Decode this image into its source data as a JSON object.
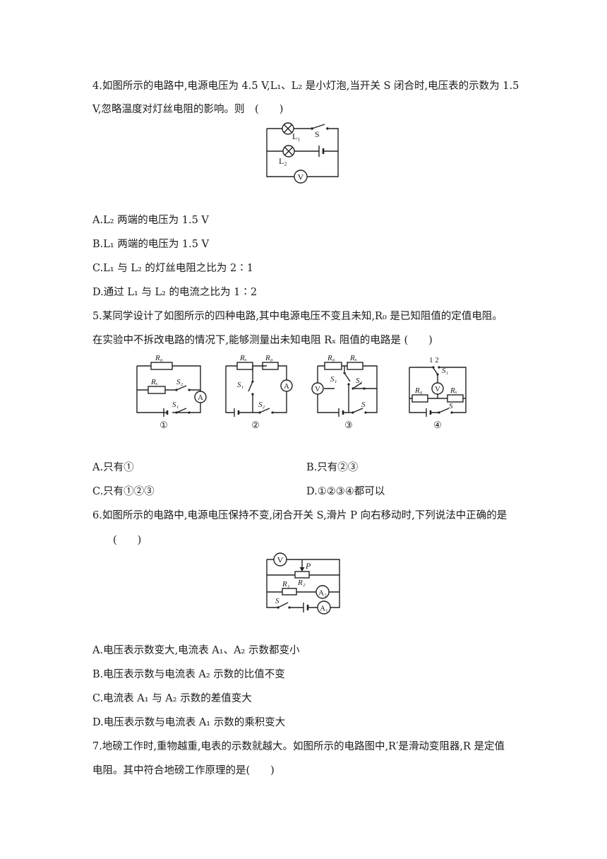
{
  "questions": {
    "q4": {
      "stem_line1": "4.如图所示的电路中,电源电压为 4.5 V,L₁、L₂ 是小灯泡,当开关 S 闭合时,电压表的示数为 1.5",
      "stem_line2": "V,忽略温度对灯丝电阻的影响。则　(　　)",
      "fig_labels": {
        "l1": "L₁",
        "l2": "L₂",
        "s": "S",
        "v": "V"
      },
      "options": [
        "A.L₂ 两端的电压为 1.5 V",
        "B.L₁ 两端的电压为 1.5 V",
        "C.L₁ 与 L₂ 的灯丝电阻之比为 2∶1",
        "D.通过 L₁ 与 L₂ 的电流之比为 1∶2"
      ]
    },
    "q5": {
      "stem_line1": "5.某同学设计了如图所示的四种电路,其中电源电压不变且未知,R₀ 是已知阻值的定值电阻。",
      "stem_line2": "在实验中不拆改电路的情况下,能够测量出未知电阻 Rₓ 阻值的电路是 (　　)",
      "fig_labels": {
        "r0": "R₀",
        "rx": "Rₓ",
        "s1": "S₁",
        "s2": "S₂",
        "s": "S",
        "a": "A",
        "v": "V",
        "sw_pos": "1 2",
        "c1": "①",
        "c2": "②",
        "c3": "③",
        "c4": "④"
      },
      "options": [
        "A.只有①",
        "B.只有②③",
        "C.只有①②③",
        "D.①②③④都可以"
      ]
    },
    "q6": {
      "stem_line1": "6.如图所示的电路中,电源电压保持不变,闭合开关 S,滑片 P 向右移动时,下列说法中正确的是",
      "stem_line2": "(　　)",
      "fig_labels": {
        "v": "V",
        "p": "P",
        "r1": "R₁",
        "r2": "R₂",
        "a1": "A₁",
        "a2": "A₂",
        "s": "S"
      },
      "options": [
        "A.电压表示数变大,电流表 A₁、A₂ 示数都变小",
        "B.电压表示数与电流表 A₂ 示数的比值不变",
        "C.电流表 A₁ 与 A₂ 示数的差值变大",
        "D.电压表示数与电流表 A₁ 示数的乘积变大"
      ]
    },
    "q7": {
      "stem_line1": "7.地磅工作时,重物越重,电表的示数就越大。如图所示的电路图中,R′是滑动变阻器,R 是定值",
      "stem_line2": "电阻。其中符合地磅工作原理的是(　　)"
    }
  }
}
